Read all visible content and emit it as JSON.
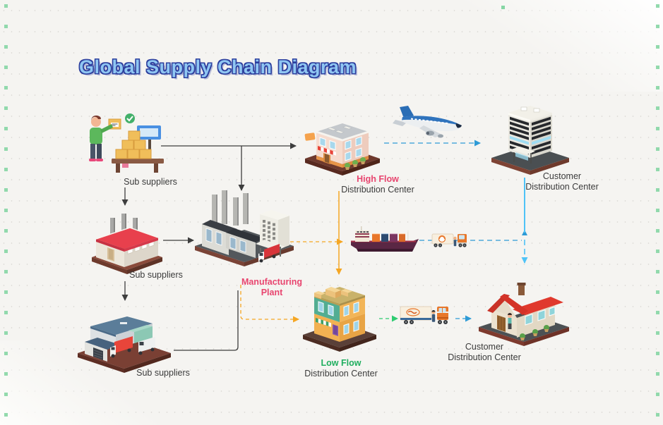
{
  "title": "Global Supply Chain Diagram",
  "title_colors": {
    "fill": "#8fc6f2",
    "outline": "#2d3f9e"
  },
  "nodes": {
    "sub_supplier_top": {
      "label": "Sub suppliers",
      "icon": "worker-loading-boxes-icon"
    },
    "sub_supplier_mid": {
      "label": "Sub suppliers",
      "icon": "red-factory-icon"
    },
    "sub_supplier_bottom": {
      "label": "Sub suppliers",
      "icon": "warehouse-trucks-icon"
    },
    "manufacturing_plant": {
      "label_line1": "Manufacturing",
      "label_line2": "Plant",
      "label_color": "#e8456f",
      "icon": "industrial-plant-icon"
    },
    "high_flow_dc": {
      "label_line1": "High Flow",
      "label_line2": "Distribution Center",
      "label_color": "#e8456f",
      "icon": "retail-building-icon"
    },
    "low_flow_dc": {
      "label_line1": "Low Flow",
      "label_line2": "Distribution Center",
      "label_color": "#1fae5e",
      "icon": "shop-building-icon"
    },
    "customer_dc_top": {
      "label_line1": "Customer",
      "label_line2": "Distribution Center",
      "icon": "office-tower-icon"
    },
    "customer_dc_bottom": {
      "label_line1": "Customer",
      "label_line2": "Distribution Center",
      "icon": "house-icon"
    }
  },
  "transport": {
    "airplane": "airplane-icon",
    "cargo_ship": "cargo-ship-icon",
    "small_truck": "delivery-truck-icon",
    "large_truck": "delivery-truck-icon"
  },
  "connector_colors": {
    "supplier_flow_black": "#3d3d3d",
    "plant_flow_orange": "#f5a623",
    "sea_air_flow_blue": "#2e9bd6",
    "customer_link_cyan": "#4fc3f7",
    "low_flow_green": "#2ecc71"
  },
  "decoration": {
    "edge_marker_color": "#86d6a4"
  }
}
